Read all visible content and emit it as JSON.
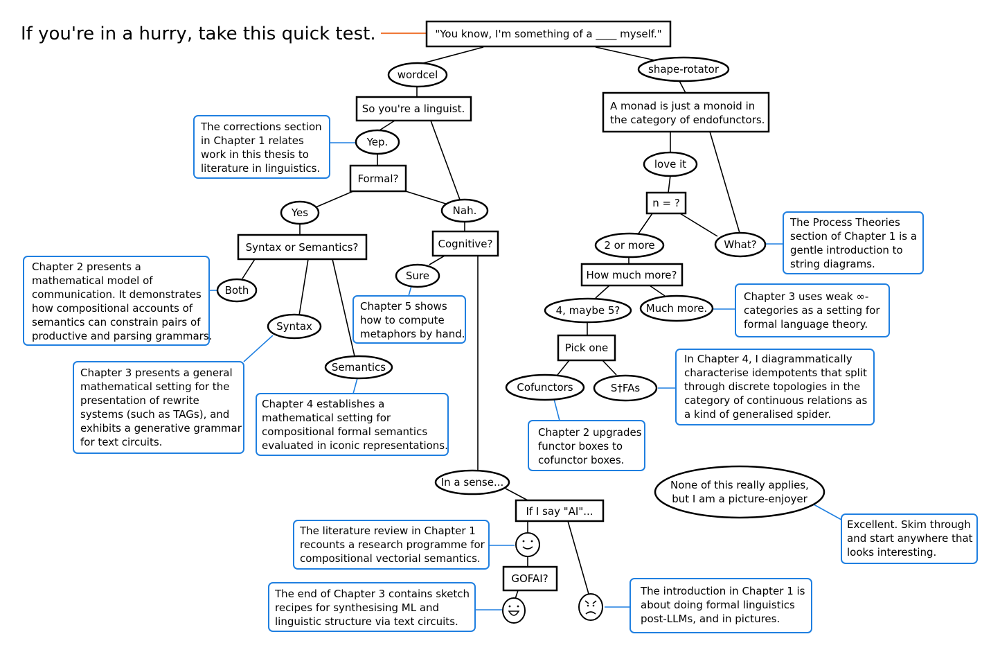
{
  "title": "If you're in a hurry, take this quick test.",
  "nodes": {
    "root": "\"You know, I'm something of a ____ myself.\"",
    "wordcel": "wordcel",
    "shape_rotator": "shape-rotator",
    "linguist": "So you're a linguist.",
    "yep": "Yep.",
    "formal": "Formal?",
    "yes": "Yes",
    "nah": "Nah.",
    "syntax_or_semantics": "Syntax or Semantics?",
    "both": "Both",
    "syntax": "Syntax",
    "semantics": "Semantics",
    "cognitive": "Cognitive?",
    "sure": "Sure",
    "in_a_sense": "In a sense...",
    "if_ai": "If I say \"AI\"...",
    "gofai": "GOFAI?",
    "monad": [
      "A monad is just a monoid in",
      "the category of endofunctors."
    ],
    "love_it": "love it",
    "n": "n = ?",
    "what": "What?",
    "two_or_more": "2 or more",
    "how_much_more": "How much more?",
    "four_maybe_five": "4, maybe 5?",
    "much_more": "Much more.",
    "pick_one": "Pick one",
    "cofunctors": "Cofunctors",
    "stfas": "S†FAs",
    "picture_enjoyer": [
      "None of this really applies,",
      "but I am a picture-enjoyer"
    ]
  },
  "notes": {
    "corrections": [
      "The corrections section",
      "in Chapter 1 relates",
      "work in this thesis to",
      "literature in linguistics."
    ],
    "chapter2_model": [
      "Chapter 2 presents a",
      "mathematical model of",
      "communication. It demonstrates",
      "how compositional accounts of",
      "semantics can constrain pairs of",
      "productive and parsing grammars."
    ],
    "chapter3_rewrite": [
      "Chapter 3 presents a general",
      "mathematical setting for the",
      "presentation of rewrite",
      "systems (such as TAGs), and",
      "exhibits a generative grammar",
      "for text circuits."
    ],
    "chapter4_semantics": [
      "Chapter 4 establishes a",
      "mathematical setting for",
      "compositional formal semantics",
      "evaluated in iconic representations."
    ],
    "chapter5_metaphors": [
      "Chapter 5 shows",
      "how to compute",
      "metaphors by hand."
    ],
    "process_theories": [
      "The Process Theories",
      "section of Chapter 1 is a",
      "gentle introduction to",
      "string diagrams."
    ],
    "chapter3_weak": [
      "Chapter 3 uses weak ∞-",
      "categories as a setting for",
      "formal language theory."
    ],
    "chapter4_idempotents": [
      "In Chapter 4, I diagrammatically",
      "characterise idempotents that split",
      "through discrete topologies in the",
      "category of continuous relations as",
      "a kind of generalised spider."
    ],
    "chapter2_upgrades": [
      "Chapter 2 upgrades",
      "functor boxes to",
      "cofunctor boxes."
    ],
    "skim": [
      "Excellent. Skim through",
      "and start anywhere that",
      "looks interesting."
    ],
    "literature_review": [
      "The literature review in Chapter 1",
      "recounts a research programme for",
      "compositional vectorial semantics."
    ],
    "end_chapter3": [
      "The end of Chapter 3 contains sketch",
      "recipes for synthesising ML and",
      "linguistic structure via text circuits."
    ],
    "introduction": [
      "The introduction in Chapter 1 is",
      "about doing formal linguistics",
      "post-LLMs, and in pictures."
    ]
  },
  "colors": {
    "note_border": "#1f7fe0",
    "title_arrow": "#f07a3a",
    "stroke": "#000000"
  }
}
